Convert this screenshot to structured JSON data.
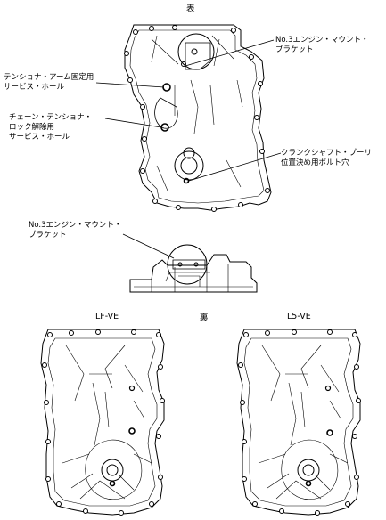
{
  "front": {
    "title": "表",
    "callouts": {
      "mount_bracket": [
        "No.3エンジン・マウント・",
        "ブラケット"
      ],
      "arm_hole": [
        "テンショナ・アーム固定用",
        "サービス・ホール"
      ],
      "lock_hole": [
        "チェーン・テンショナ・",
        "ロック解除用",
        "サービス・ホール"
      ],
      "pulley_hole": [
        "クランクシャフト・プーリ",
        "位置決め用ボルト穴"
      ]
    }
  },
  "side": {
    "callout": [
      "No.3エンジン・マウント・",
      "ブラケット"
    ]
  },
  "back": {
    "title": "裏",
    "left_label": "LF-VE",
    "right_label": "L5-VE"
  }
}
